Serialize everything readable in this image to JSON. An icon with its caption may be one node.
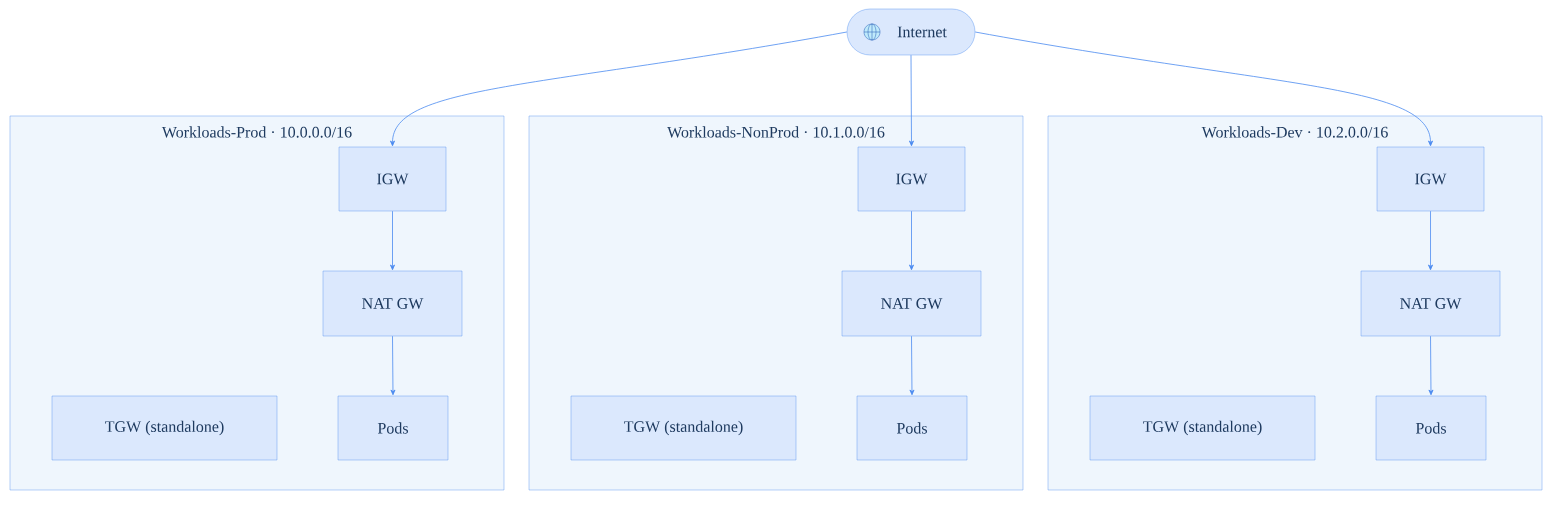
{
  "diagram": {
    "nodes": [
      {
        "text": [
          "Internet"
        ]
      },
      {
        "text": [
          "Workloads-Prod · 10.0.0.0/16"
        ]
      },
      {
        "text": [
          "IGW"
        ],
        "in": 1
      },
      {
        "text": [
          "NAT GW"
        ],
        "in": 1
      },
      {
        "text": [
          "TGW (standalone)"
        ],
        "in": 1
      },
      {
        "text": [
          "Pods"
        ],
        "in": 1
      },
      {
        "text": [
          "Workloads-NonProd · 10.1.0.0/16"
        ]
      },
      {
        "text": [
          "IGW"
        ],
        "in": 6
      },
      {
        "text": [
          "NAT GW"
        ],
        "in": 6
      },
      {
        "text": [
          "TGW (standalone)"
        ],
        "in": 6
      },
      {
        "text": [
          "Pods"
        ],
        "in": 6
      },
      {
        "text": [
          "Workloads-Dev · 10.2.0.0/16"
        ]
      },
      {
        "text": [
          "IGW"
        ],
        "in": 11
      },
      {
        "text": [
          "NAT GW"
        ],
        "in": 11
      },
      {
        "text": [
          "TGW (standalone)"
        ],
        "in": 11
      },
      {
        "text": [
          "Pods"
        ],
        "in": 11
      }
    ],
    "edges": [
      {
        "from": 0,
        "to": 2,
        "arrow": "to"
      },
      {
        "from": 0,
        "to": 7,
        "arrow": "to"
      },
      {
        "from": 0,
        "to": 12,
        "arrow": "to"
      },
      {
        "from": 2,
        "to": 3,
        "arrow": "to"
      },
      {
        "from": 3,
        "to": 5,
        "arrow": "to"
      },
      {
        "from": 7,
        "to": 8,
        "arrow": "to"
      },
      {
        "from": 8,
        "to": 10,
        "arrow": "to"
      },
      {
        "from": 12,
        "to": 13,
        "arrow": "to"
      },
      {
        "from": 13,
        "to": 15,
        "arrow": "to"
      }
    ]
  }
}
